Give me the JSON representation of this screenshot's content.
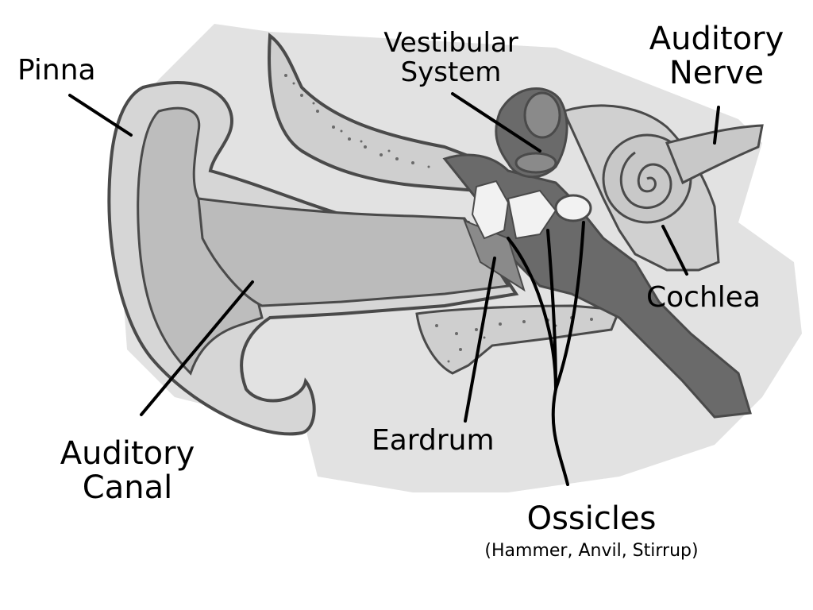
{
  "labels": {
    "pinna": "Pinna",
    "vestibular": [
      "Vestibular",
      "System"
    ],
    "auditory_nerve": [
      "Auditory",
      "Nerve"
    ],
    "cochlea": "Cochlea",
    "auditory_canal": [
      "Auditory",
      "Canal"
    ],
    "eardrum": "Eardrum",
    "ossicles": "Ossicles",
    "ossicles_detail": "(Hammer, Anvil, Stirrup)"
  },
  "colors": {
    "outline": "#4a4a4a",
    "leader_line": "#000000",
    "skin_light": "#dcdcdc",
    "skin_mid": "#bdbdbd",
    "inner_dark": "#6a6a6a",
    "bone_light": "#e4e4e4",
    "background": "#ffffff"
  }
}
